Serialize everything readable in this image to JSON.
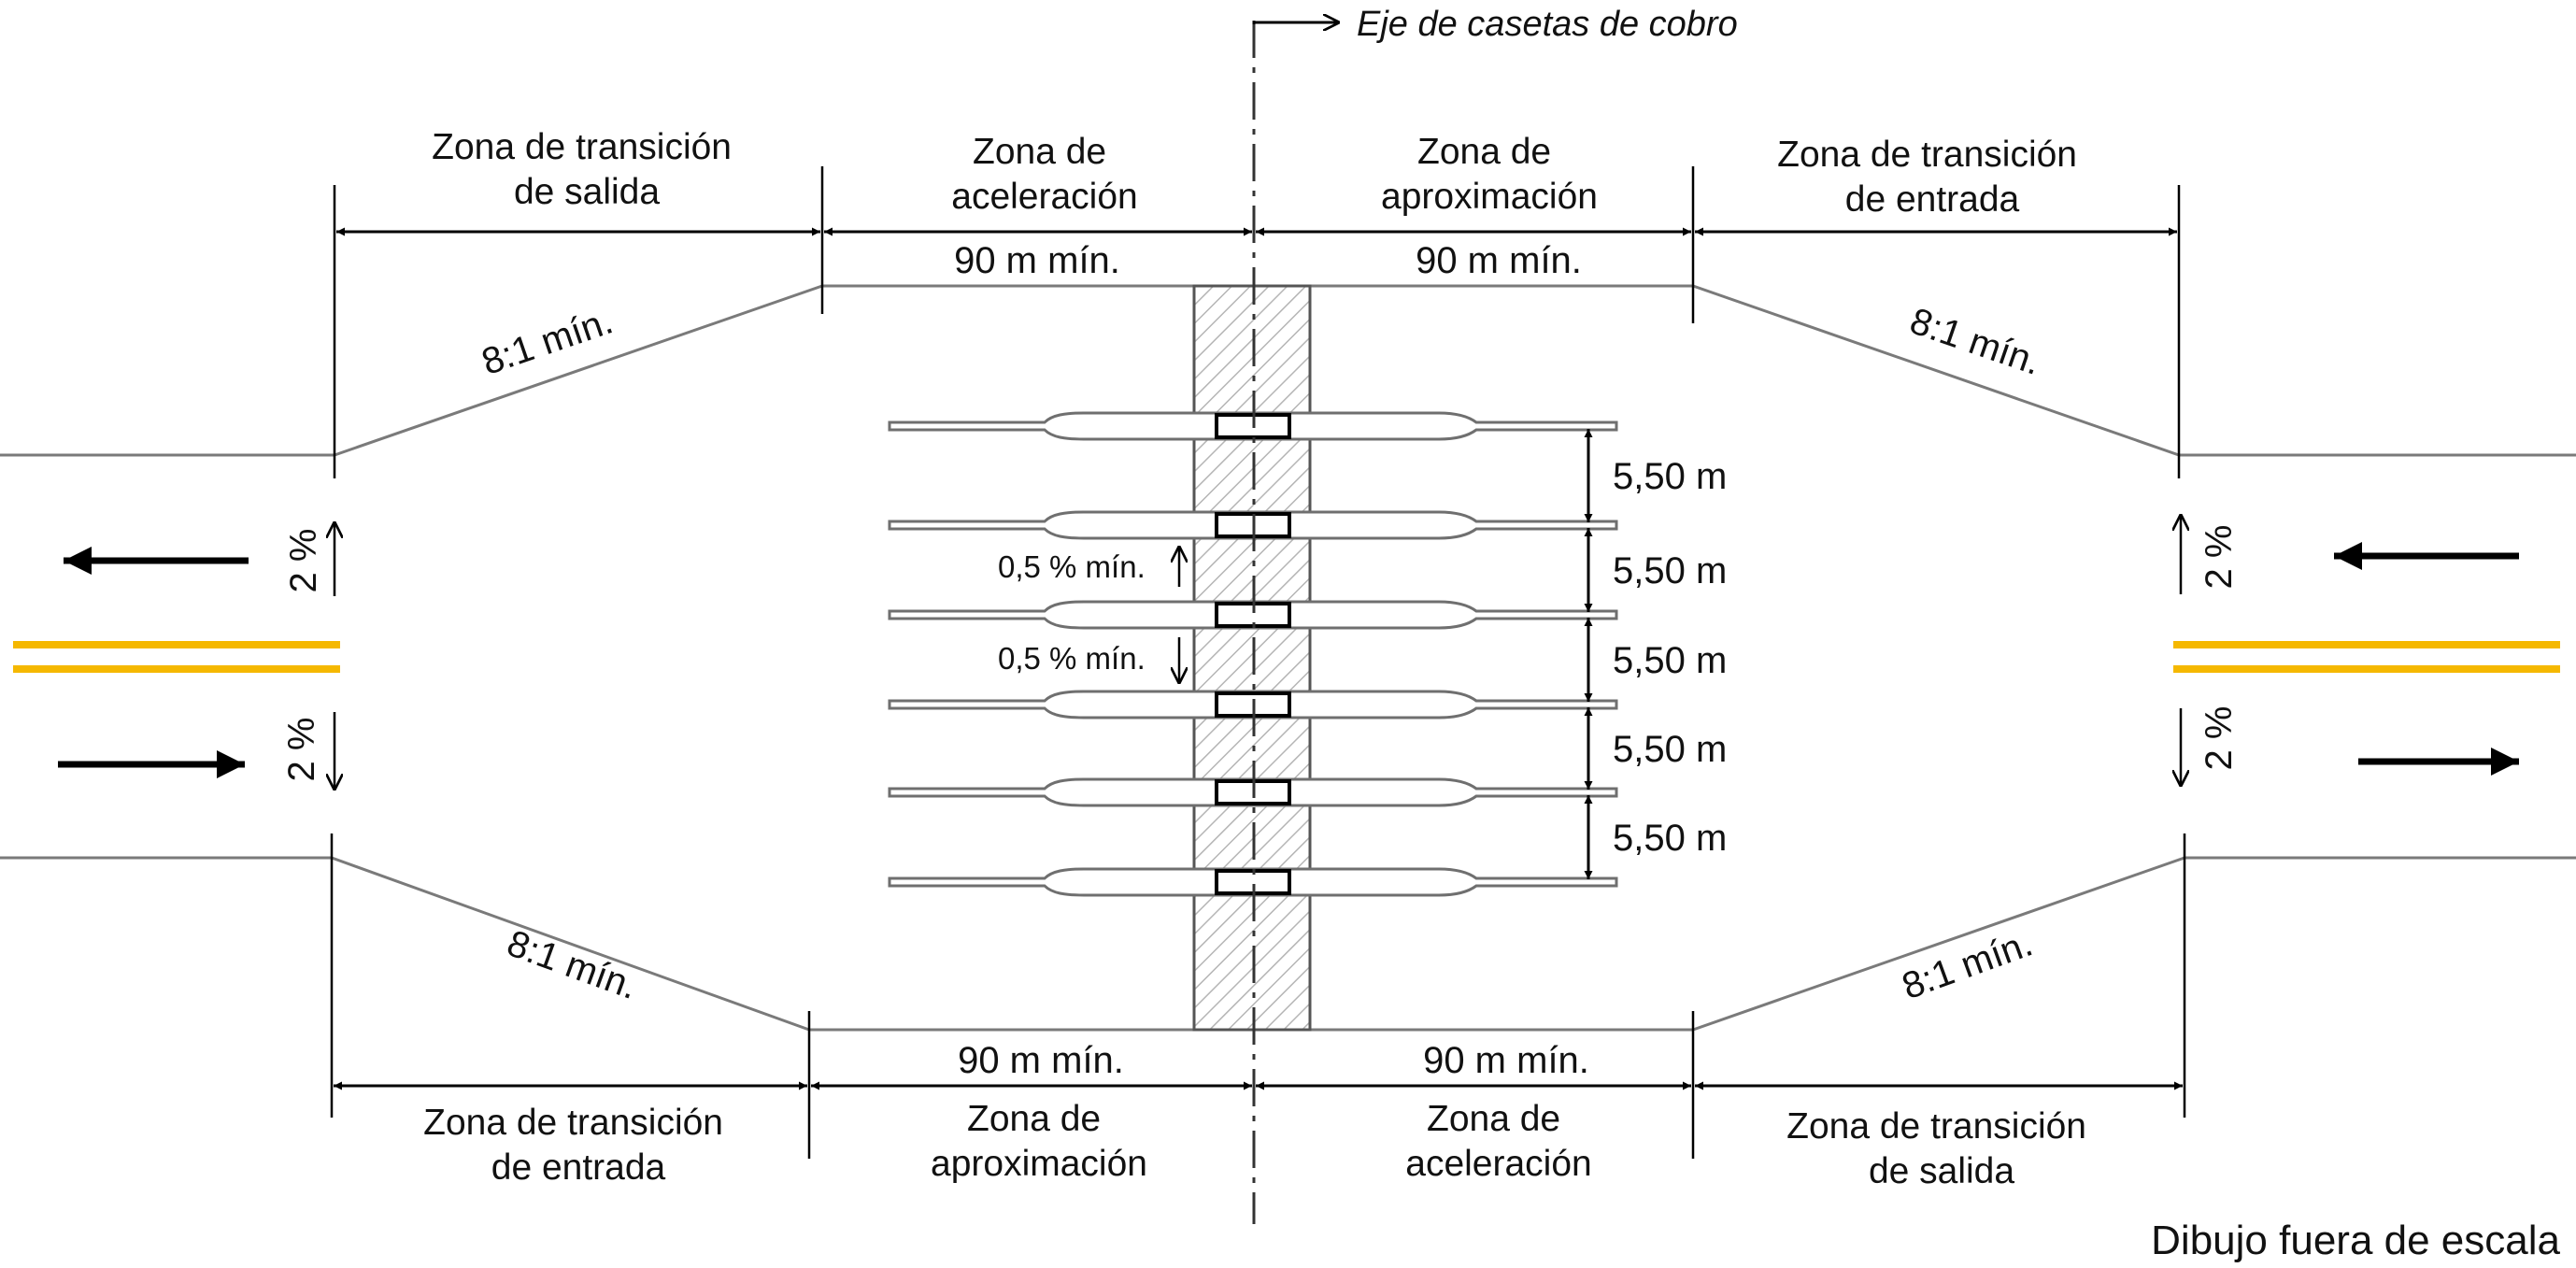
{
  "labels": {
    "axis": "Eje de casetas de cobro",
    "top_exit_transition": [
      "Zona de transición",
      "de salida"
    ],
    "top_acceleration": [
      "Zona de",
      "aceleración"
    ],
    "top_approach": [
      "Zona de",
      "aproximación"
    ],
    "top_entry_transition": [
      "Zona de transición",
      "de entrada"
    ],
    "bottom_entry_transition": [
      "Zona de transición",
      "de entrada"
    ],
    "bottom_approach": [
      "Zona de",
      "aproximación"
    ],
    "bottom_acceleration": [
      "Zona de",
      "aceleración"
    ],
    "bottom_exit_transition": [
      "Zona de transición",
      "de salida"
    ],
    "min_length": "90 m mín.",
    "taper": "8:1 mín.",
    "lane_width": "5,50 m",
    "cross_slope": "2 %",
    "island_slope": "0,5 % mín.",
    "scale_note": "Dibujo fuera de escala"
  },
  "colors": {
    "center_stripe": "#f5b800",
    "road_edge": "#7a7a7a",
    "booth_zone_hatch": "#bdbdbd"
  }
}
